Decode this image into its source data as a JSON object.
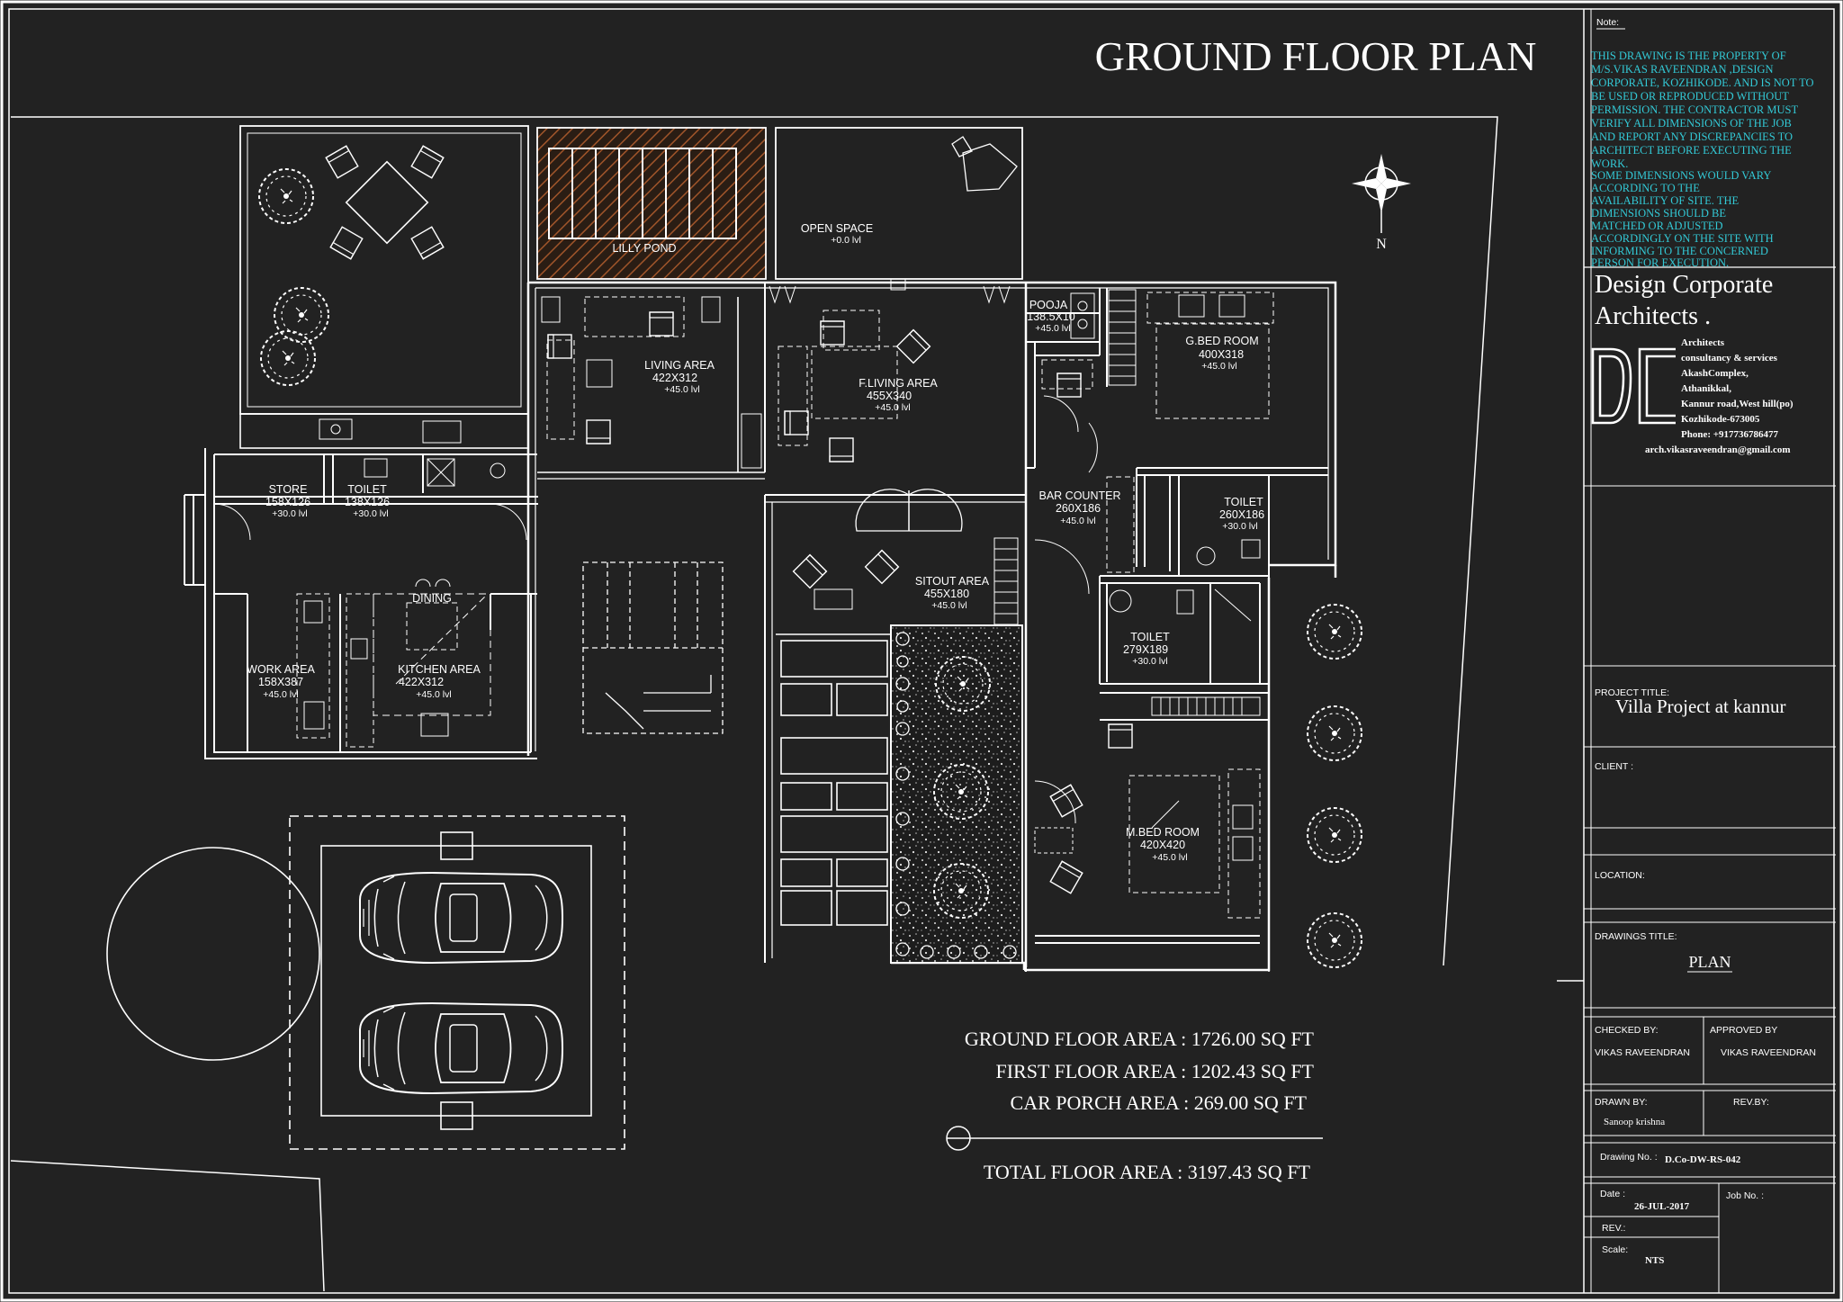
{
  "title": "GROUND FLOOR  PLAN",
  "north_label": "N",
  "rooms": {
    "lilly_pond": "LILLY POND",
    "open_space": {
      "name": "OPEN SPACE",
      "level": "+0.0 lvl"
    },
    "living_area": {
      "name": "LIVING AREA",
      "size": "422X312",
      "level": "+45.0 lvl"
    },
    "f_living_area": {
      "name": "F.LIVING AREA",
      "size": "455X340",
      "level": "+45.0 lvl"
    },
    "pooja": {
      "name": "POOJA",
      "size": "138.5X10",
      "level": "+45.0 lvl"
    },
    "g_bed_room": {
      "name": "G.BED ROOM",
      "size": "400X318",
      "level": "+45.0 lvl"
    },
    "store": {
      "name": "STORE",
      "size": "158X126",
      "level": "+30.0 lvl"
    },
    "toilet_small": {
      "name": "TOILET",
      "size": "138X126",
      "level": "+30.0 lvl"
    },
    "bar_counter": {
      "name": "BAR COUNTER",
      "size": "260X186",
      "level": "+45.0 lvl"
    },
    "toilet_right": {
      "name": "TOILET",
      "size": "260X186",
      "level": "+30.0 lvl"
    },
    "sitout_area": {
      "name": "SITOUT AREA",
      "size": "455X180",
      "level": "+45.0 lvl"
    },
    "toilet_mid": {
      "name": "TOILET",
      "size": "279X189",
      "level": "+30.0 lvl"
    },
    "dining": "DINING",
    "work_area": {
      "name": "WORK AREA",
      "size": "158X387",
      "level": "+45.0 lvl"
    },
    "kitchen_area": {
      "name": "KITCHEN AREA",
      "size": "422X312",
      "level": "+45.0 lvl"
    },
    "m_bed_room": {
      "name": "M.BED ROOM",
      "size": "420X420",
      "level": "+45.0 lvl"
    }
  },
  "areas": {
    "ground": "GROUND FLOOR AREA : 1726.00 SQ FT",
    "first": "FIRST FLOOR AREA : 1202.43 SQ FT",
    "porch": "CAR PORCH AREA : 269.00 SQ FT",
    "total": "TOTAL FLOOR AREA : 3197.43 SQ FT"
  },
  "title_block": {
    "note_heading": "Note:",
    "note_lines": [
      "THIS DRAWING IS THE PROPERTY OF",
      "M/S.VIKAS RAVEENDRAN ,DESIGN",
      "CORPORATE,  KOZHIKODE. AND IS NOT TO",
      "BE USED OR REPRODUCED WITHOUT",
      "PERMISSION. THE CONTRACTOR MUST",
      "VERIFY ALL DIMENSIONS OF  THE  JOB",
      "AND REPORT  ANY DISCREPANCIES TO",
      "ARCHITECT BEFORE EXECUTING THE",
      "WORK."
    ],
    "note2_lines": [
      " SOME DIMENSIONS WOULD VARY",
      "ACCORDING TO THE",
      "AVAILABILITY OF SITE. THE",
      "DIMENSIONS SHOULD BE",
      "MATCHED OR ADJUSTED",
      "ACCORDINGLY ON THE SITE WITH",
      "INFORMING TO THE CONCERNED",
      "PERSON FOR EXECUTION."
    ],
    "firm_line1": "Design Corporate",
    "firm_line2": "Architects .",
    "logo_text": "DC",
    "address_lines": [
      "Architects",
      "consultancy & services",
      "AkashComplex,",
      "Athanikkal,",
      "Kannur road,West hill(po)",
      "Kozhikode-673005",
      "Phone: +917736786477",
      "arch.vikasraveendran@gmail.com"
    ],
    "project_title_label": "PROJECT TITLE:",
    "project_title": "Villa Project at kannur",
    "client_label": "CLIENT :",
    "location_label": "LOCATION:",
    "drawings_title_label": "DRAWINGS TITLE:",
    "drawings_title": "PLAN",
    "checked_by_label": "CHECKED BY:",
    "checked_by": "VIKAS RAVEENDRAN",
    "approved_by_label": "APPROVED BY",
    "approved_by": "VIKAS RAVEENDRAN",
    "drawn_by_label": "DRAWN BY:",
    "drawn_by": "Sanoop krishna",
    "rev_by_label": "REV.BY:",
    "drawing_no_label": "Drawing No. :",
    "drawing_no": "D.Co-DW-RS-042",
    "date_label": "Date :",
    "date": "26-JUL-2017",
    "job_no_label": "Job No. :",
    "rev_label": "REV.:",
    "scale_label": "Scale:",
    "scale": "NTS"
  }
}
